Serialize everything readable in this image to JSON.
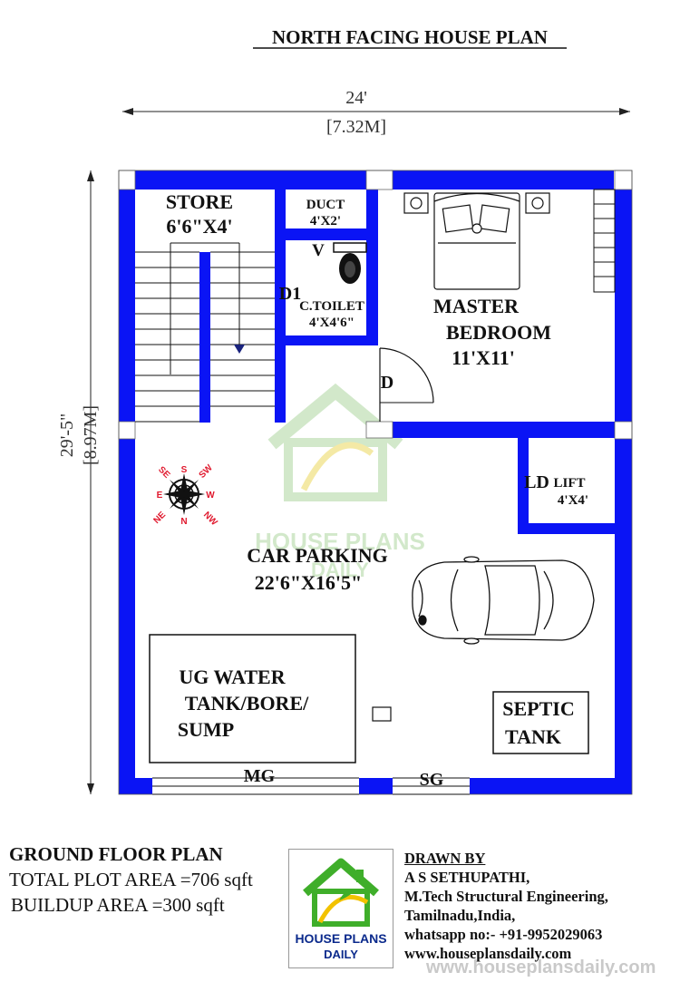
{
  "title": "NORTH FACING HOUSE PLAN",
  "dimensions": {
    "width_ft": "24'",
    "width_m": "[7.32M]",
    "height_ft": "29'-5\"",
    "height_m": "[8.97M]"
  },
  "rooms": {
    "store_name": "STORE",
    "store_size": "6'6\"X4'",
    "duct_name": "DUCT",
    "duct_size": "4'X2'",
    "ventilator": "V",
    "toilet_door": "D1",
    "toilet_name": "C.TOILET",
    "toilet_size": "4'X4'6\"",
    "bedroom_line1": "MASTER",
    "bedroom_line2": "BEDROOM",
    "bedroom_size": "11'X11'",
    "bedroom_door": "D",
    "lift_door": "LD",
    "lift_name": "LIFT",
    "lift_size": "4'X4'",
    "parking_name": "CAR PARKING",
    "parking_size": "22'6\"X16'5\"",
    "tank_line1": "UG WATER",
    "tank_line2": "TANK/BORE/",
    "tank_line3": "SUMP",
    "septic_line1": "SEPTIC",
    "septic_line2": "TANK",
    "main_gate": "MG",
    "side_gate": "SG"
  },
  "compass": {
    "n": "N",
    "s": "S",
    "e": "E",
    "w": "W",
    "ne": "NE",
    "nw": "NW",
    "se": "SE",
    "sw": "SW",
    "color": "#e0182d"
  },
  "watermark": {
    "line1": "HOUSE PLANS",
    "line2": "DAILY",
    "url": "www.houseplansdaily.com"
  },
  "info": {
    "heading": "GROUND FLOOR PLAN",
    "plot_area": "TOTAL PLOT AREA =706 sqft",
    "buildup_area": "BUILDUP AREA =300 sqft"
  },
  "logo": {
    "line1": "HOUSE PLANS",
    "line2": "DAILY"
  },
  "credits": {
    "drawn_by": "DRAWN BY",
    "name": "A S SETHUPATHI,",
    "degree": "M.Tech Structural Engineering,",
    "location": "Tamilnadu,India,",
    "whatsapp": "whatsapp no:- +91-9952029063",
    "website": "www.houseplansdaily.com"
  },
  "colors": {
    "wall": "#0a14f5",
    "compass": "#e0182d",
    "watermark": "#7fbf6a"
  }
}
